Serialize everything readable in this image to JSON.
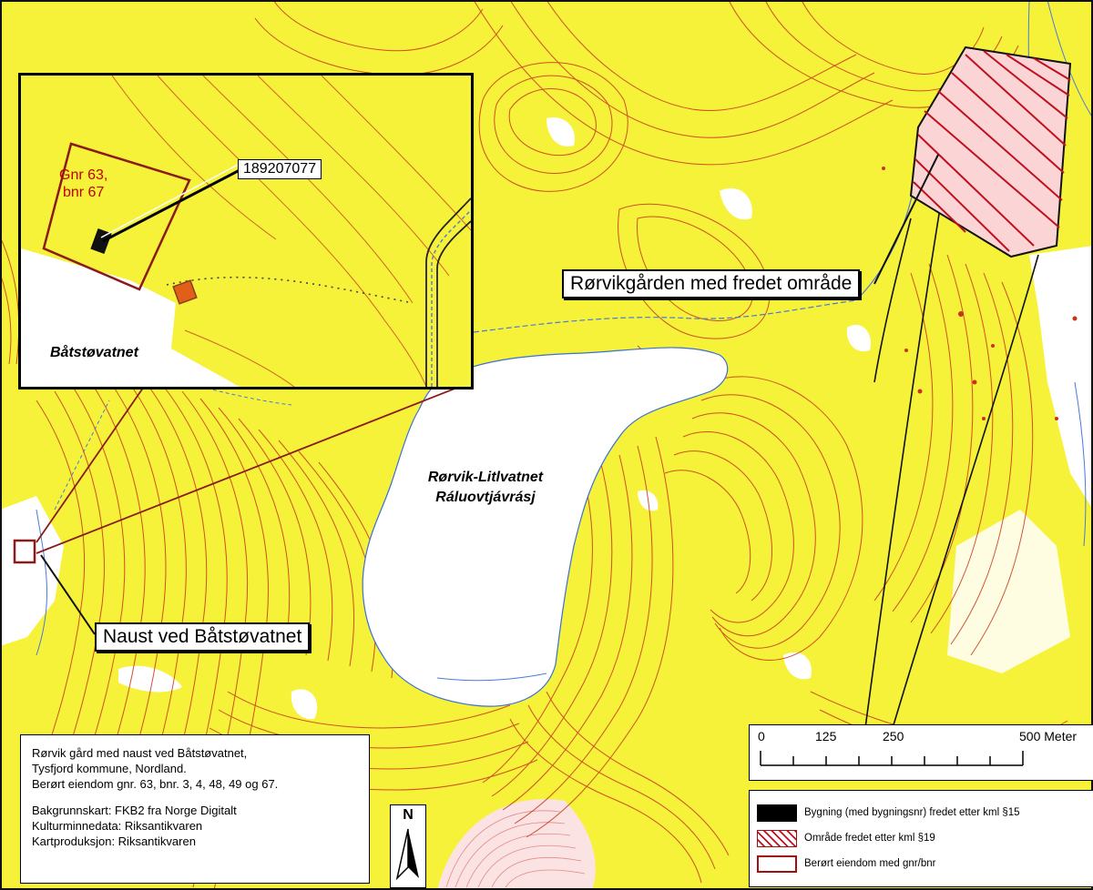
{
  "map_labels": {
    "rorvik_callout": "Rørvikgården med fredet område",
    "naust_callout": "Naust ved Båtstøvatnet",
    "lake_name": "Rørvik-Litlvatnet",
    "lake_name_sami": "Ráluovtjávrásj"
  },
  "inset": {
    "building_id": "189207077",
    "property_line1": "Gnr 63,",
    "property_line2": "bnr 67",
    "lake": "Båtstøvatnet"
  },
  "info_box": {
    "line1": "Rørvik gård med naust ved Båtstøvatnet,",
    "line2": "Tysfjord kommune, Nordland.",
    "line3": "Berørt eiendom gnr. 63, bnr. 3, 4, 48, 49 og 67.",
    "line4": "Bakgrunnskart: FKB2 fra Norge Digitalt",
    "line5": "Kulturminnedata: Riksantikvaren",
    "line6": "Kartproduksjon: Riksantikvaren"
  },
  "north_arrow": {
    "label": "N"
  },
  "scale_bar": {
    "ticks": [
      "0",
      "125",
      "250",
      "500 Meter"
    ]
  },
  "legend": {
    "items": [
      {
        "label": "Bygning (med bygningsnr) fredet etter kml §15"
      },
      {
        "label": "Område fredet etter kml §19"
      },
      {
        "label": "Berørt eiendom med gnr/bnr"
      }
    ]
  },
  "colors": {
    "terrain": "#f6f23a",
    "contour": "#c8341a",
    "water": "#ffffff",
    "hatch": "#c01020",
    "boundary": "#8b1a1a"
  }
}
